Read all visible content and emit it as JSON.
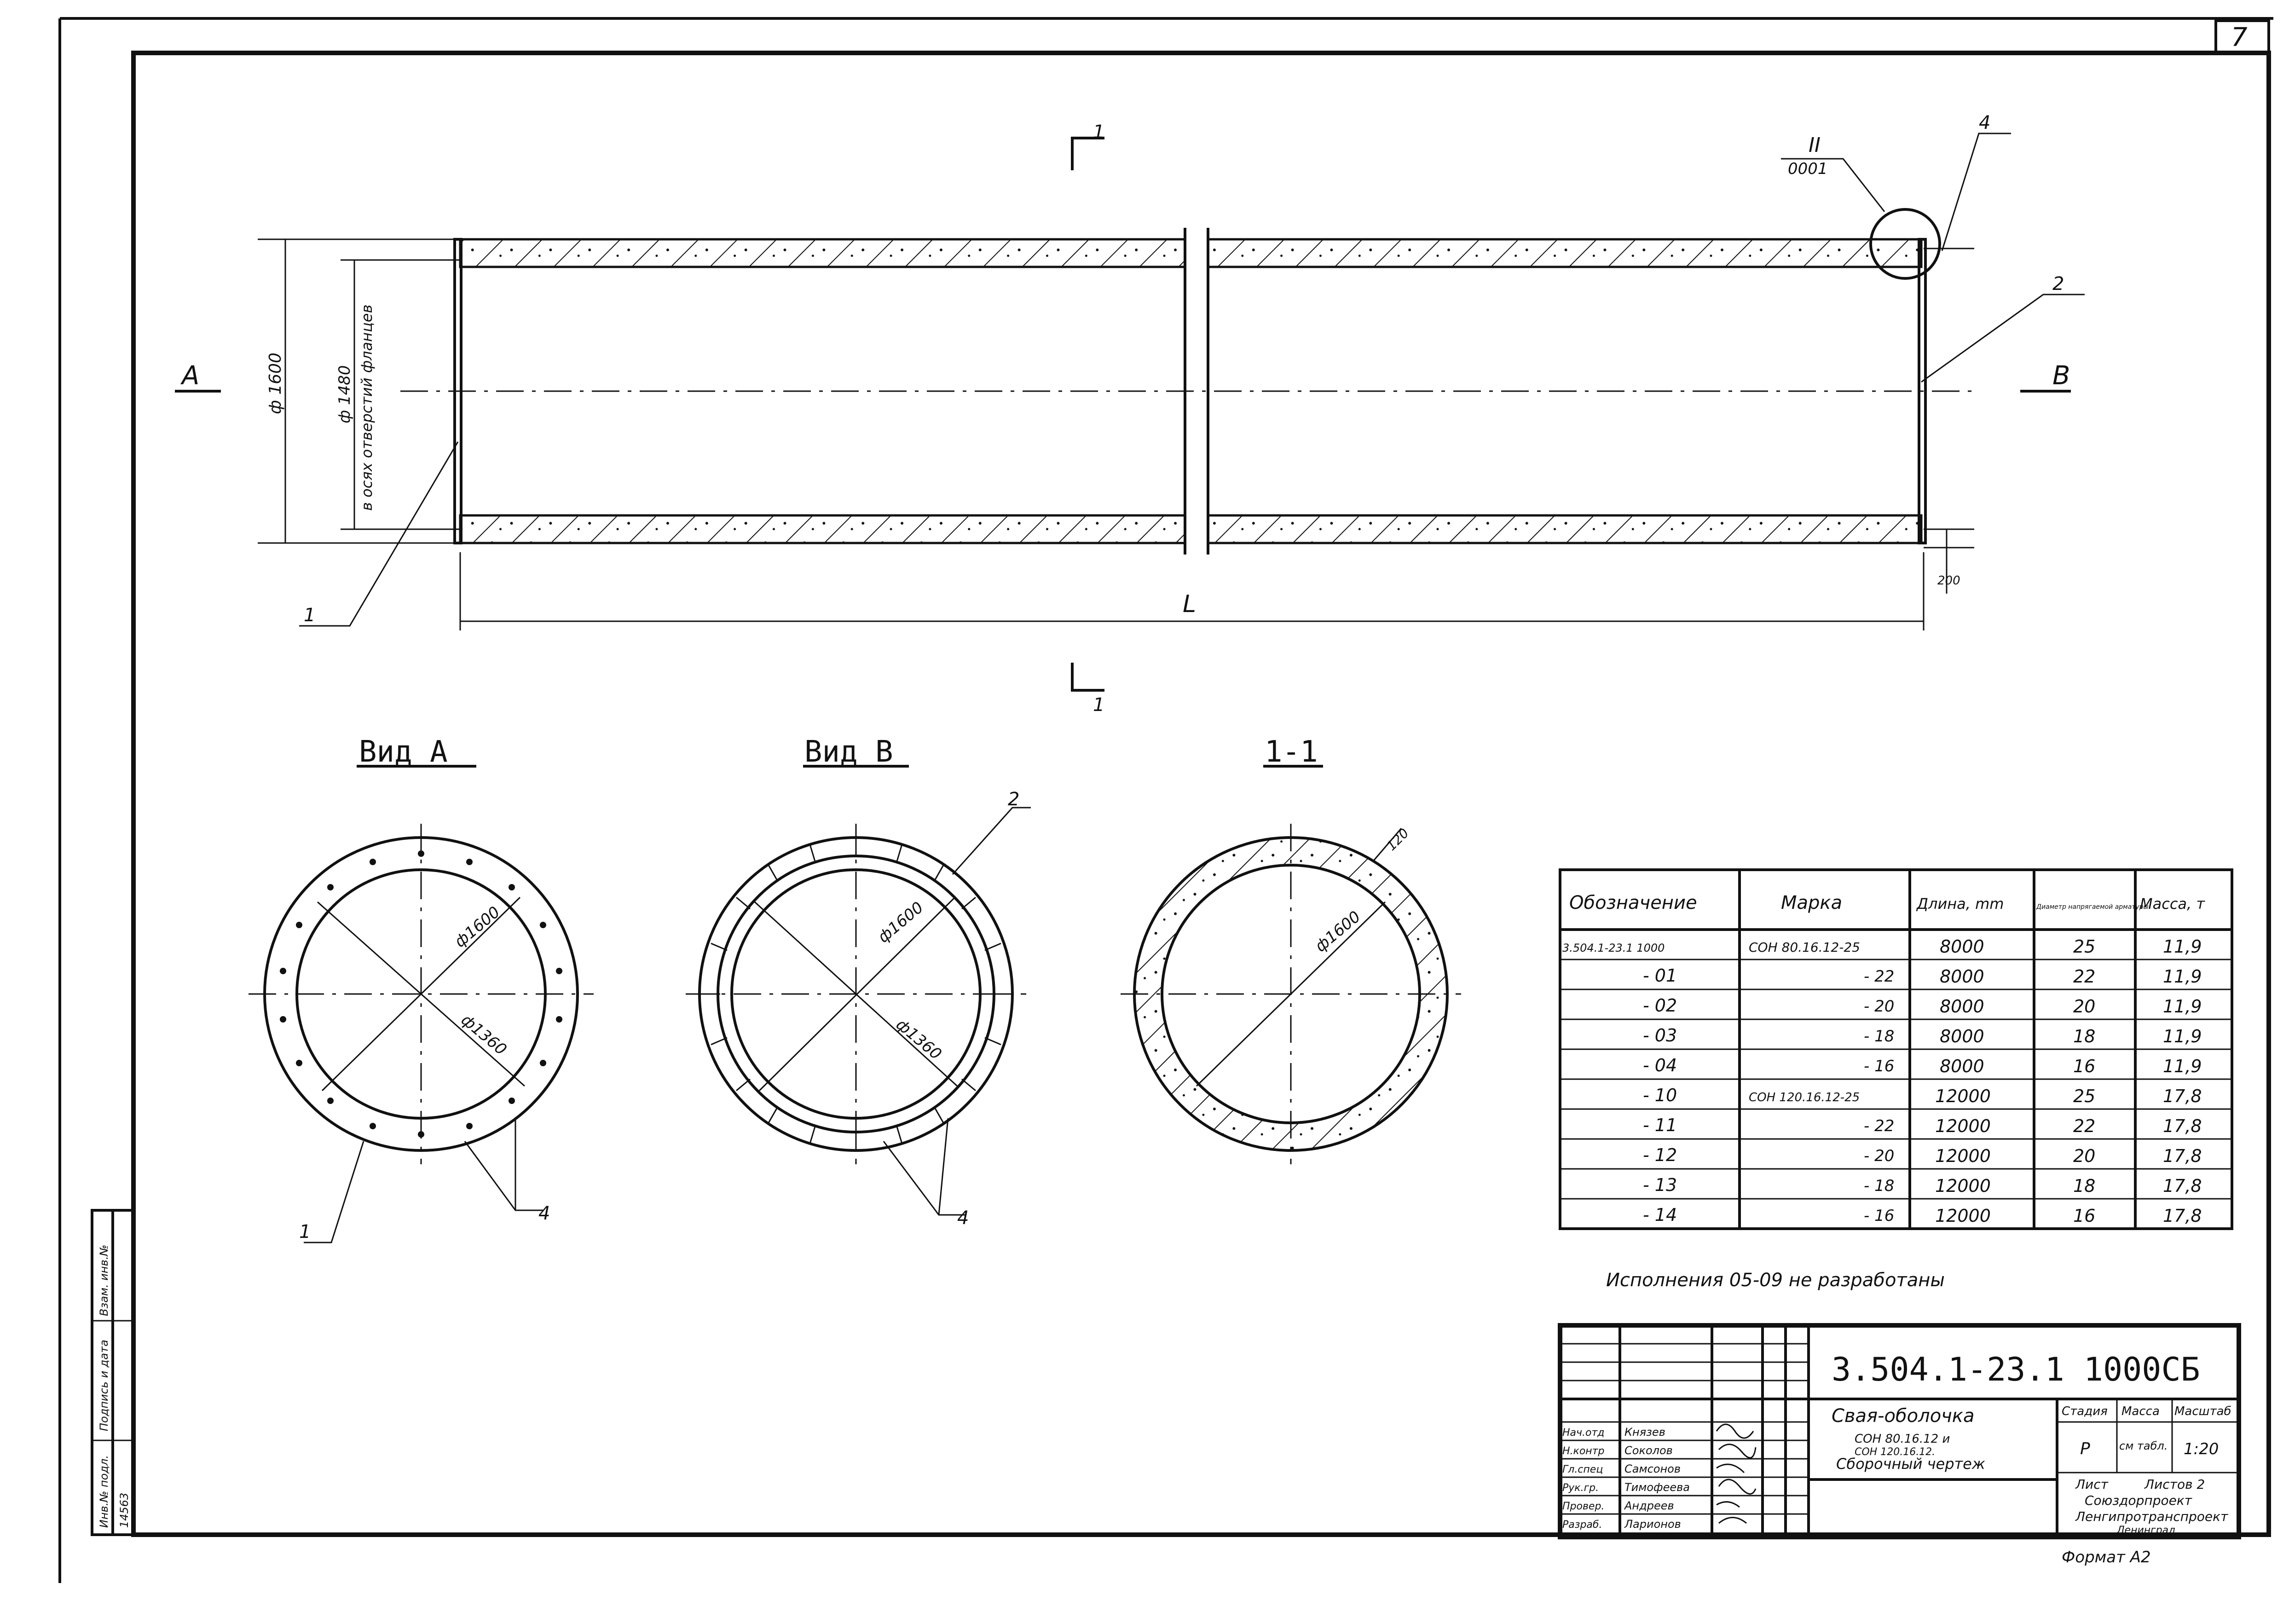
{
  "sheet_number": "7",
  "section_marks": {
    "top": "1",
    "bottom": "1"
  },
  "view_labels": {
    "left_arrow": "А",
    "right_arrow": "В"
  },
  "detail_callout": {
    "roman": "II",
    "ref": "0001"
  },
  "dimensions": {
    "outer_dia_side": "ф 1600",
    "inner_dia_side": "ф 1480",
    "hole_axis_note": "в осях отверстий фланцев",
    "length": "L",
    "end_offset": "200",
    "d1600": "ф1600",
    "d1360": "ф1360",
    "wall": "120"
  },
  "leaders": {
    "p1": "1",
    "p2": "2",
    "p4": "4"
  },
  "views": {
    "a": "Вид А",
    "b": "Вид В",
    "section": "1-1"
  },
  "table": {
    "headers": [
      "Обозначение",
      "Марка",
      "Длина, mm",
      "Диаметр напрягаемой арматуры",
      "Масса, т"
    ],
    "rows": [
      [
        "3.504.1-23.1 1000",
        "СОН 80.16.12-25",
        "8000",
        "25",
        "11,9"
      ],
      [
        "- 01",
        "- 22",
        "8000",
        "22",
        "11,9"
      ],
      [
        "- 02",
        "- 20",
        "8000",
        "20",
        "11,9"
      ],
      [
        "- 03",
        "- 18",
        "8000",
        "18",
        "11,9"
      ],
      [
        "- 04",
        "- 16",
        "8000",
        "16",
        "11,9"
      ],
      [
        "- 10",
        "СОН 120.16.12-25",
        "12000",
        "25",
        "17,8"
      ],
      [
        "- 11",
        "- 22",
        "12000",
        "22",
        "17,8"
      ],
      [
        "- 12",
        "- 20",
        "12000",
        "20",
        "17,8"
      ],
      [
        "- 13",
        "- 18",
        "12000",
        "18",
        "17,8"
      ],
      [
        "- 14",
        "- 16",
        "12000",
        "16",
        "17,8"
      ]
    ]
  },
  "note": "Исполнения 05-09 не разработаны",
  "title_block": {
    "code": "3.504.1-23.1 1000СБ",
    "name": "Свая-оболочка",
    "marks_line1": "СОН 80.16.12 и",
    "marks_line2": "СОН 120.16.12.",
    "doc_type": "Сборочный чертеж",
    "stage_label": "Стадия",
    "mass_label": "Масса",
    "scale_label": "Масштаб",
    "stage": "Р",
    "mass": "см табл.",
    "scale": "1:20",
    "sheet_label": "Лист",
    "sheets_label": "Листов 2",
    "org1": "Союздорпроект",
    "org2": "Ленгипротранспроект",
    "org3": "Ленинград",
    "roles": [
      "Нач.отд",
      "Н.контр",
      "Гл.спец",
      "Рук.гр.",
      "Провер.",
      "Разраб."
    ],
    "names": [
      "Князев",
      "Соколов",
      "Самсонов",
      "Тимофеева",
      "Андреев",
      "Ларионов"
    ],
    "format": "Формат А2"
  },
  "side_stamp": {
    "col1": "Инв.№ подл.",
    "col2": "Подпись и дата",
    "col3": "Взам. инв.№",
    "inv": "14563"
  }
}
